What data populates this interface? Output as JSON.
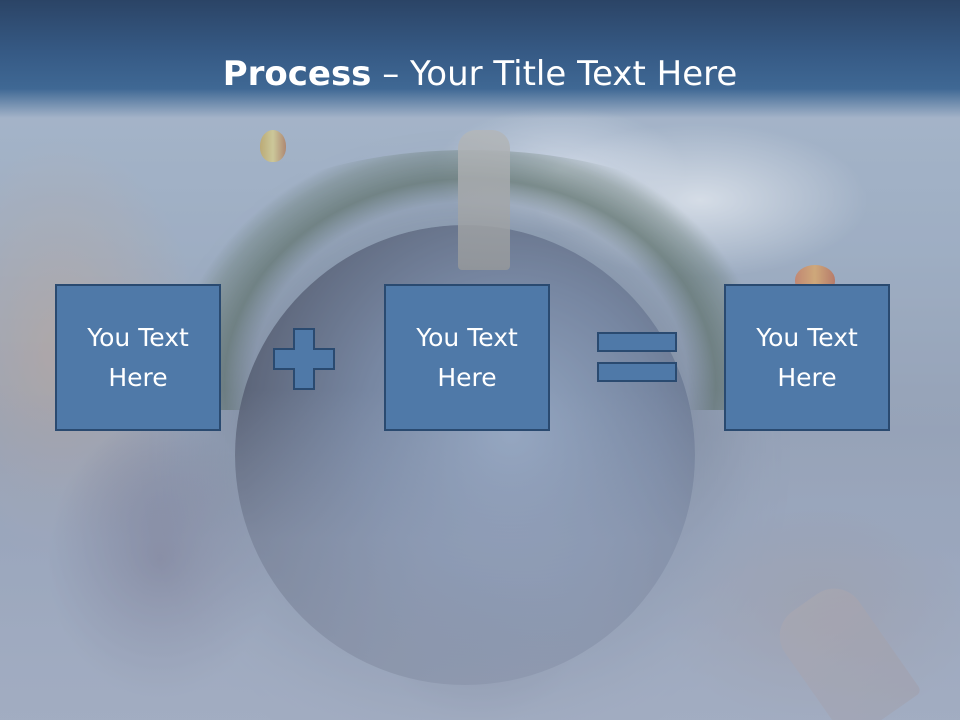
{
  "slide": {
    "title_bold": "Process",
    "title_rest": " – Your Title Text Here",
    "boxes": [
      {
        "label": "You Text\nHere"
      },
      {
        "label": "You Text\nHere"
      },
      {
        "label": "You Text\nHere"
      }
    ],
    "operators": [
      "plus-icon",
      "equals-icon"
    ],
    "colors": {
      "box_fill": "#4f79a8",
      "box_border": "#2a4a70",
      "title_bar": "#365a85",
      "text": "#ffffff"
    }
  }
}
